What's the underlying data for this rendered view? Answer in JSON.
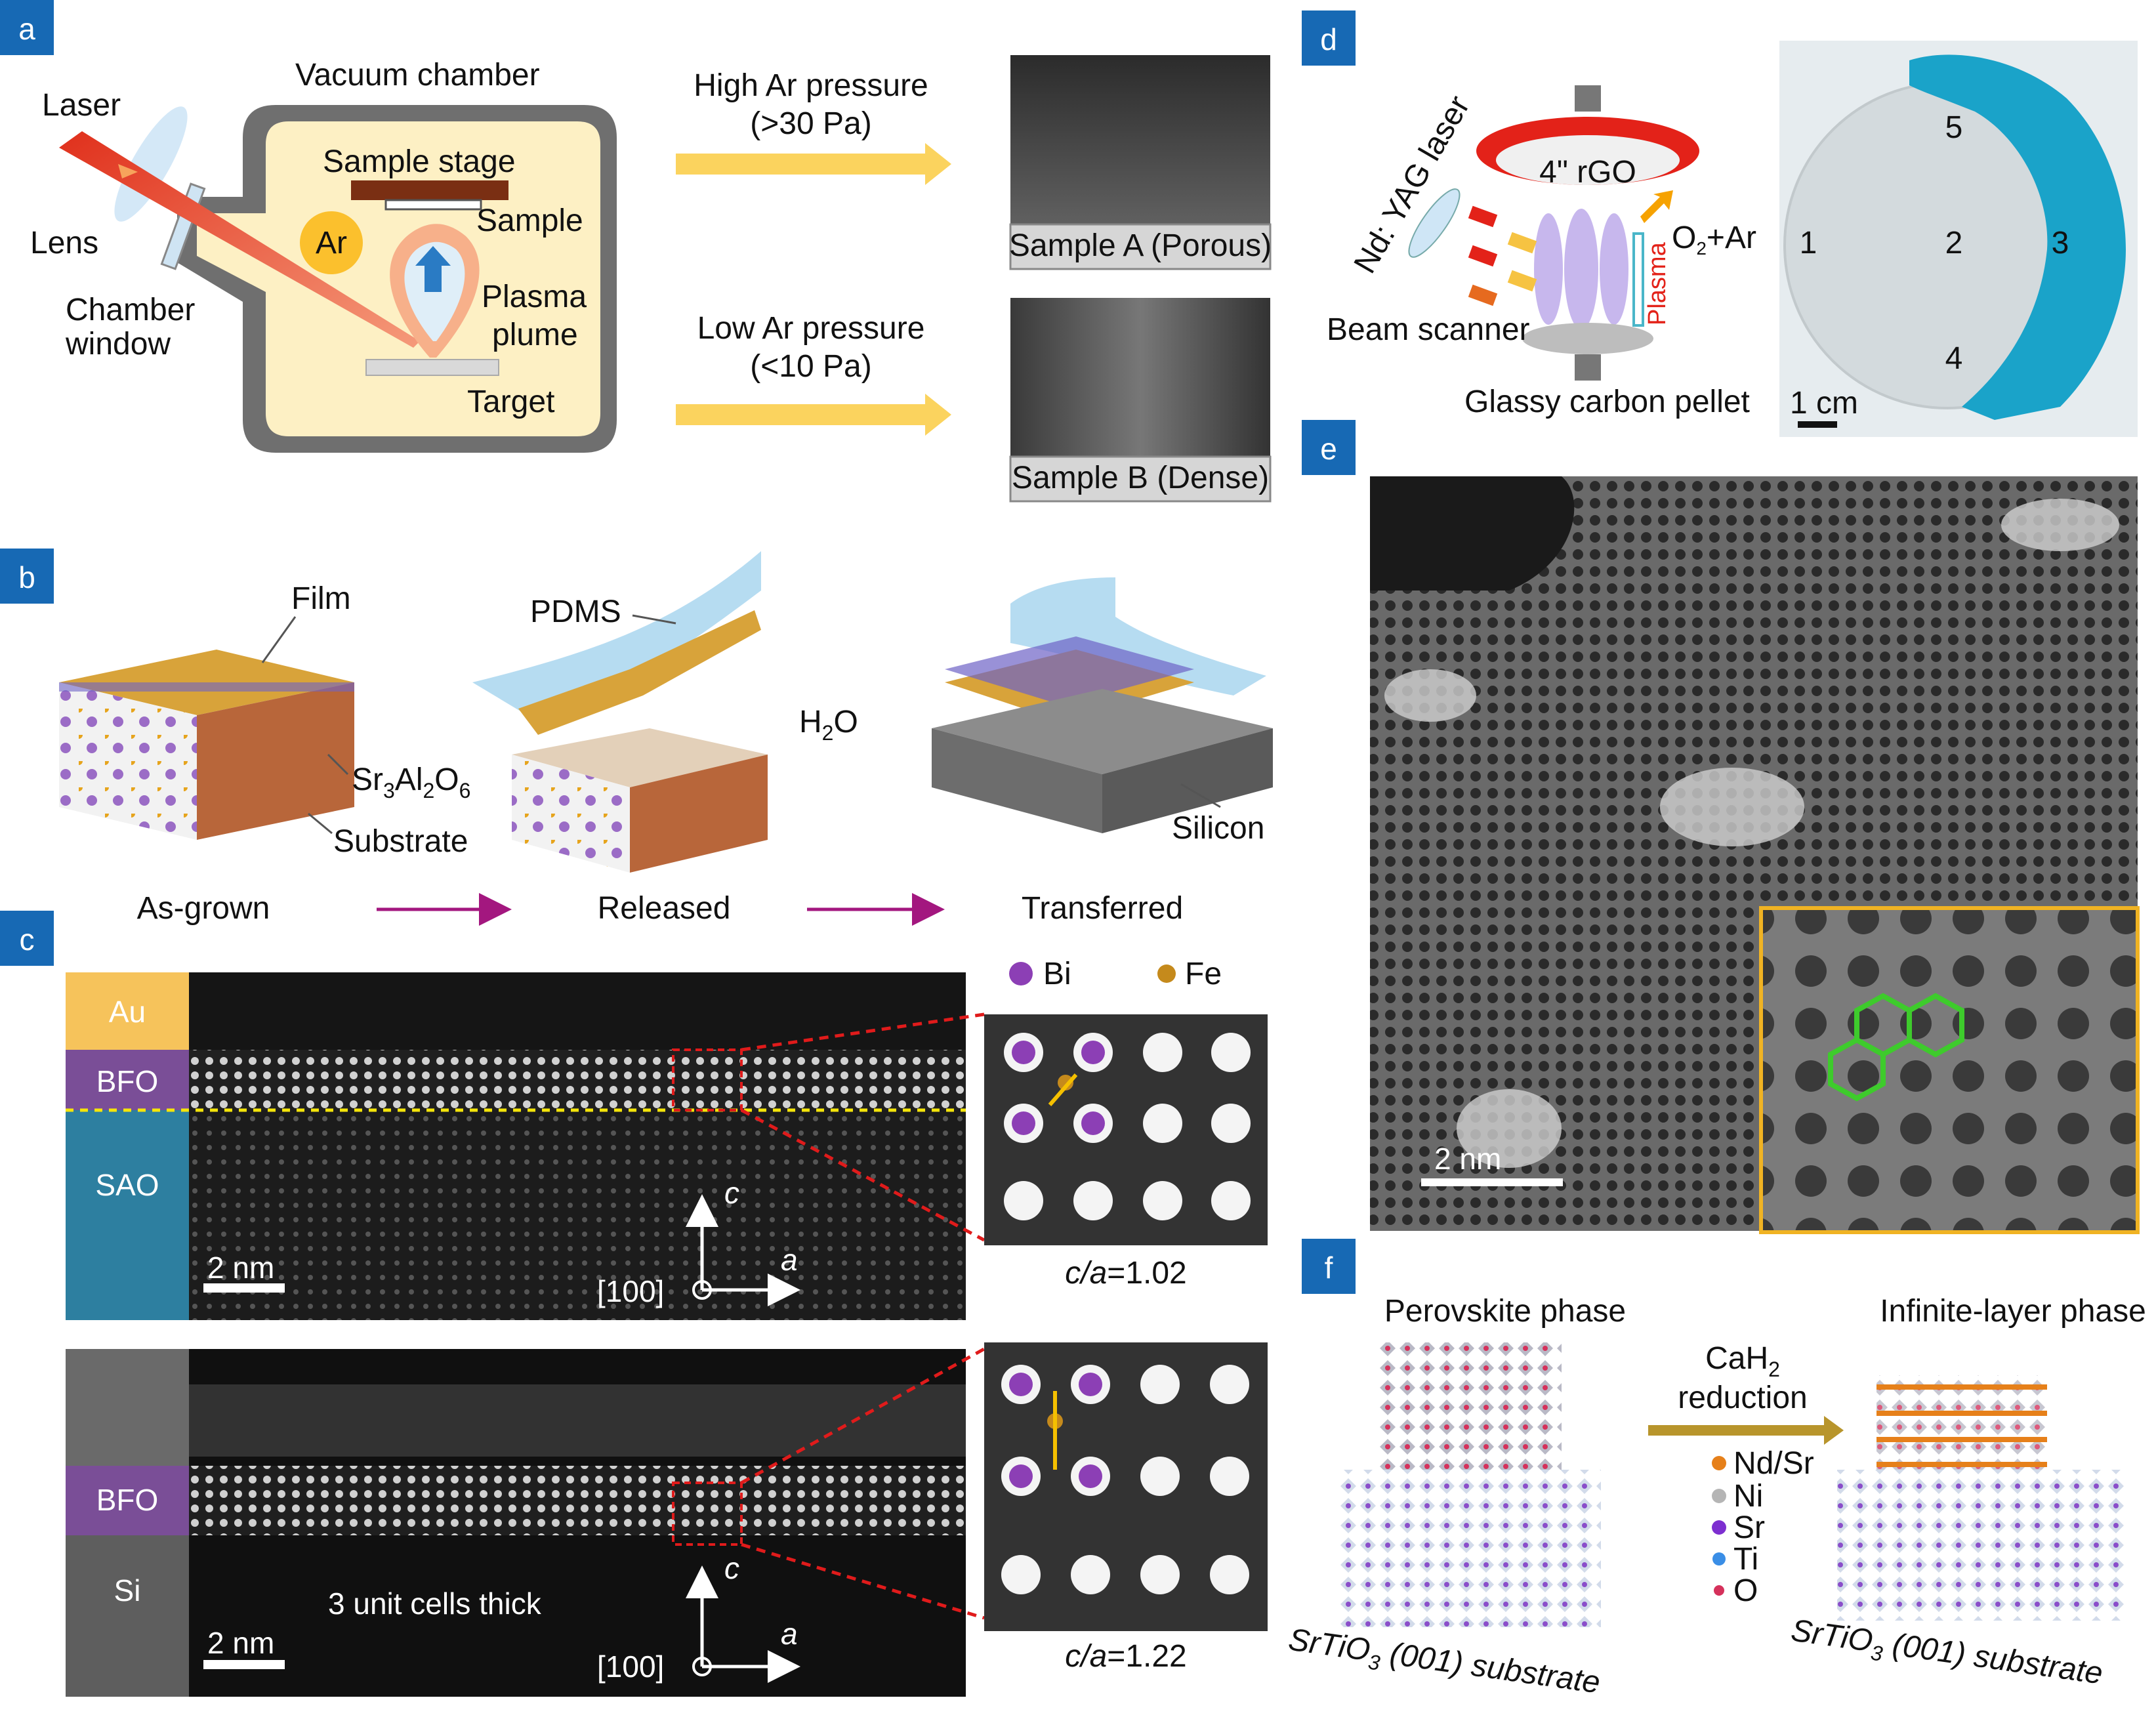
{
  "colors": {
    "panel_label_bg": "#1769b4",
    "chamber_wall": "#6f6f6f",
    "chamber_inner": "#fdf0c4",
    "arrow_yellow": "#fbd35e",
    "laser_red": "#e0301c",
    "magenta_arrow": "#a3177f",
    "glove_blue": "#1aa3c9",
    "inset_frame": "#f0b323",
    "hexagon_green": "#3ecb2c",
    "au_gold": "#f6c35b",
    "bfo_purple": "#7a4e97",
    "sao_blue": "#2d7fa0",
    "yellow_dash": "#f5e50a",
    "red_dash": "#e01b1b"
  },
  "panels": {
    "a": {
      "label": "a",
      "laser": "Laser",
      "lens": "Lens",
      "chamber_window": [
        "Chamber",
        "window"
      ],
      "vacuum_chamber": "Vacuum chamber",
      "sample_stage": "Sample stage",
      "sample": "Sample",
      "ar": "Ar",
      "plasma_plume": [
        "Plasma",
        "plume"
      ],
      "target": "Target",
      "high_pressure": [
        "High Ar pressure",
        "(>30 Pa)"
      ],
      "low_pressure": [
        "Low Ar pressure",
        "(<10 Pa)"
      ],
      "sample_a": "Sample A (Porous)",
      "sample_b": "Sample B (Dense)"
    },
    "b": {
      "label": "b",
      "film": "Film",
      "pdms": "PDMS",
      "h2o": "H",
      "h2o_sub": "2",
      "h2o_end": "O",
      "sao_formula": "Sr",
      "sao_sub1": "3",
      "sao_mid": "Al",
      "sao_sub2": "2",
      "sao_mid2": "O",
      "sao_sub3": "6",
      "substrate": "Substrate",
      "silicon": "Silicon",
      "as_grown": "As-grown",
      "released": "Released",
      "transferred": "Transferred"
    },
    "c": {
      "label": "c",
      "bi": "Bi",
      "fe": "Fe",
      "au": "Au",
      "bfo": "BFO",
      "sao": "SAO",
      "si": "Si",
      "scale": "2 nm",
      "axis_c": "c",
      "axis_a": "a",
      "axis_100": "[100]",
      "thick": "3 unit cells thick",
      "ratio1_prefix": "c/a",
      "ratio1_value": "=1.02",
      "ratio2_prefix": "c/a",
      "ratio2_value": "=1.22"
    },
    "d": {
      "label": "d",
      "laser": "Nd: YAG laser",
      "rgo": "4\" rGO",
      "o2ar": "O",
      "o2ar_sub": "2",
      "o2ar_end": "+Ar",
      "plasma": "Plasma",
      "beam_scanner": "Beam scanner",
      "glassy": "Glassy carbon pellet",
      "wafer_points": [
        "1",
        "2",
        "3",
        "4",
        "5"
      ],
      "scale": "1 cm"
    },
    "e": {
      "label": "e",
      "scale": "2 nm"
    },
    "f": {
      "label": "f",
      "perovskite": "Perovskite phase",
      "infinite": "Infinite-layer phase",
      "cah": "CaH",
      "cah_sub": "2",
      "reduction": "reduction",
      "legend": [
        "Nd/Sr",
        "Ni",
        "Sr",
        "Ti",
        "O"
      ],
      "substrate_left": "SrTiO",
      "substrate_sub": "3",
      "substrate_rest": " (001) substrate"
    }
  }
}
